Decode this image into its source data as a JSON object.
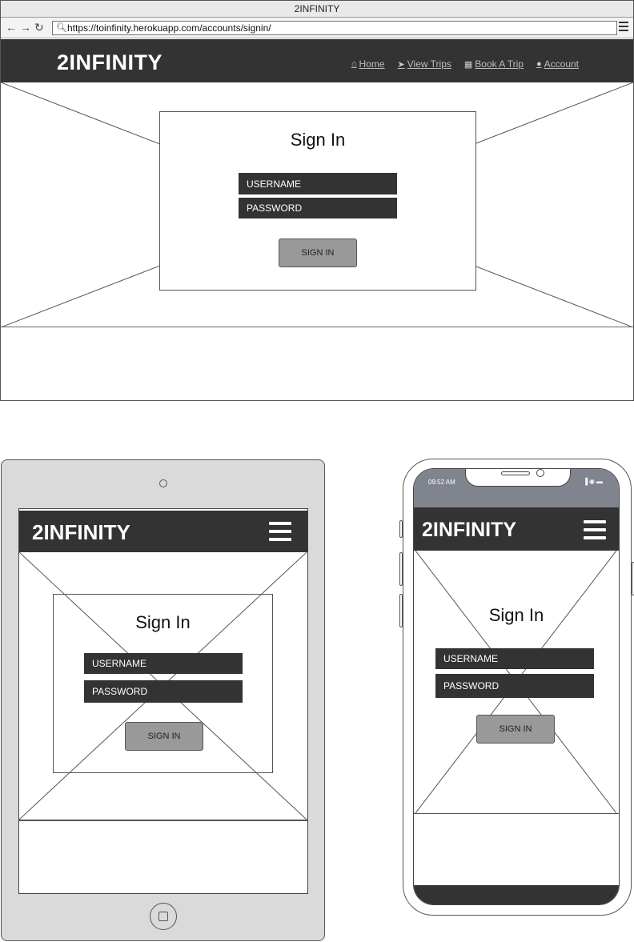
{
  "browser": {
    "title": "2INFINITY",
    "url": "https://toinfinity.herokuapp.com/accounts/signin/",
    "back_icon": "arrow-left-icon",
    "forward_icon": "arrow-right-icon",
    "reload_icon": "reload-icon",
    "menu_icon": "hamburger-icon"
  },
  "desktop": {
    "logo": "2INFINITY",
    "nav": [
      {
        "label": "Home",
        "icon": "home-icon"
      },
      {
        "label": "View Trips",
        "icon": "rocket-icon"
      },
      {
        "label": "Book A Trip",
        "icon": "calendar-icon"
      },
      {
        "label": "Account",
        "icon": "user-icon"
      }
    ],
    "signin": {
      "title": "Sign In",
      "username_placeholder": "USERNAME",
      "password_placeholder": "PASSWORD",
      "button": "SIGN IN"
    }
  },
  "tablet": {
    "logo": "2INFINITY",
    "menu_icon": "hamburger-icon",
    "signin": {
      "title": "Sign In",
      "username_placeholder": "USERNAME",
      "password_placeholder": "PASSWORD",
      "button": "SIGN IN"
    }
  },
  "phone": {
    "time": "09:52 AM",
    "status_icons": "signal-wifi-battery",
    "logo": "2INFINITY",
    "menu_icon": "hamburger-icon",
    "signin": {
      "title": "Sign In",
      "username_placeholder": "USERNAME",
      "password_placeholder": "PASSWORD",
      "button": "SIGN IN"
    }
  },
  "colors": {
    "header": "#333333",
    "field": "#333333",
    "button": "#999999",
    "phone_status": "#80848f",
    "tablet_frame": "#dadada"
  }
}
